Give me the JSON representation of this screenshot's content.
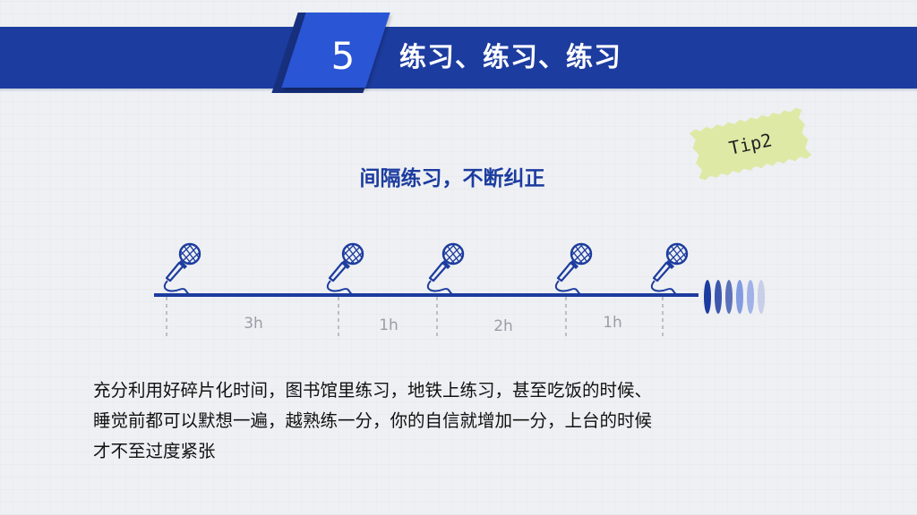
{
  "section": {
    "number": "5",
    "title": "练习、练习、练习"
  },
  "tip": {
    "label": "Tip2"
  },
  "subtitle": "间隔练习，不断纠正",
  "timeline": {
    "intervals": [
      "3h",
      "1h",
      "2h",
      "1h"
    ],
    "mic_count": 5
  },
  "body": {
    "lines": [
      "充分利用好碎片化时间，图书馆里练习，地铁上练习，甚至吃饭的时候、",
      "睡觉前都可以默想一遍，越熟练一分，你的自信就增加一分，上台的时候",
      "才不至过度紧张"
    ]
  },
  "colors": {
    "header_blue": "#1c3c9f",
    "tab_blue": "#2a55d4",
    "tip_yellow": "#dfe9a6",
    "label_gray": "#9a9da6"
  },
  "icons": {
    "microphone": "microphone-icon"
  }
}
